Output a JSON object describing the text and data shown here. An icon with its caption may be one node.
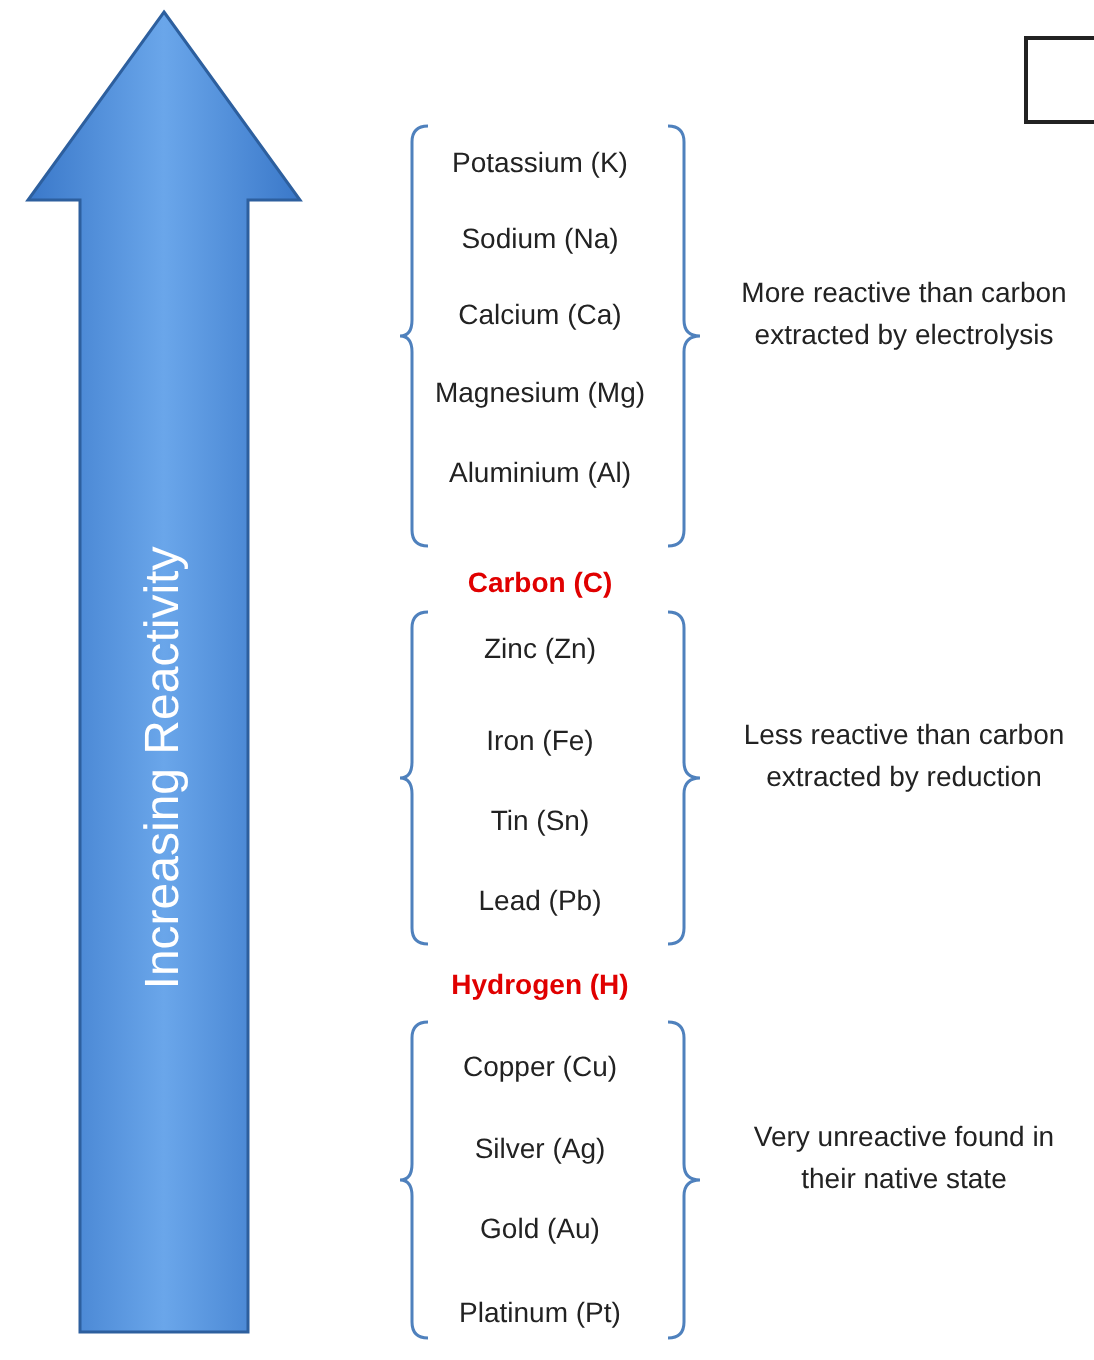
{
  "diagram": {
    "nodes": [
      {
        "text": [
          "Increasing Reactivity"
        ]
      },
      {
        "text": [
          "Potassium (K)",
          "Sodium (Na)",
          "Calcium (Ca)",
          "Magnesium (Mg)",
          "Aluminium (Al)"
        ],
        "beside": [
          "More reactive than carbon extracted by electrolysis"
        ]
      },
      {
        "text": [
          "Zinc (Zn)",
          "Iron (Fe)",
          "Tin (Sn)",
          "Lead (Pb)"
        ],
        "beside": [
          "Less reactive than carbon extracted by reduction"
        ]
      },
      {
        "text": [
          "Copper (Cu)",
          "Silver (Ag)",
          "Gold (Au)",
          "Platinum (Pt)"
        ],
        "beside": [
          "Very unreactive found in their native state"
        ]
      }
    ],
    "labels": [
      "Carbon (C)",
      "Hydrogen (H)"
    ]
  }
}
